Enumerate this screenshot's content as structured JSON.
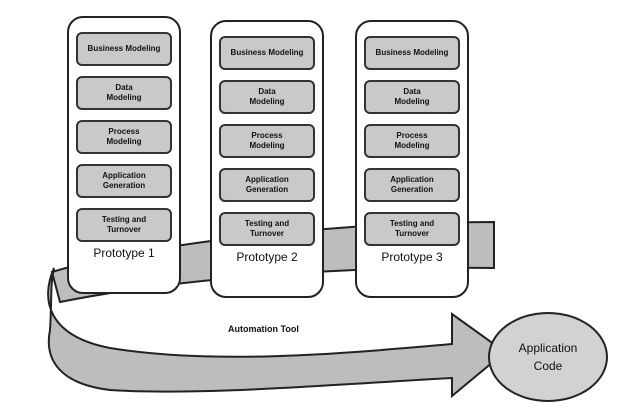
{
  "prototypes": [
    {
      "label": "Prototype 1",
      "phases": [
        "Business Modeling",
        "Data\nModeling",
        "Process\nModeling",
        "Application\nGeneration",
        "Testing and\nTurnover"
      ]
    },
    {
      "label": "Prototype 2",
      "phases": [
        "Business Modeling",
        "Data\nModeling",
        "Process\nModeling",
        "Application\nGeneration",
        "Testing and\nTurnover"
      ]
    },
    {
      "label": "Prototype 3",
      "phases": [
        "Business Modeling",
        "Data\nModeling",
        "Process\nModeling",
        "Application\nGeneration",
        "Testing and\nTurnover"
      ]
    }
  ],
  "automation_tool_label": "Automation Tool",
  "output_label": "Application\nCode",
  "colors": {
    "box_fill": "#c9c9c9",
    "arrow_fill": "#bdbdbd",
    "output_fill": "#d2d2d2",
    "outline": "#222222"
  }
}
